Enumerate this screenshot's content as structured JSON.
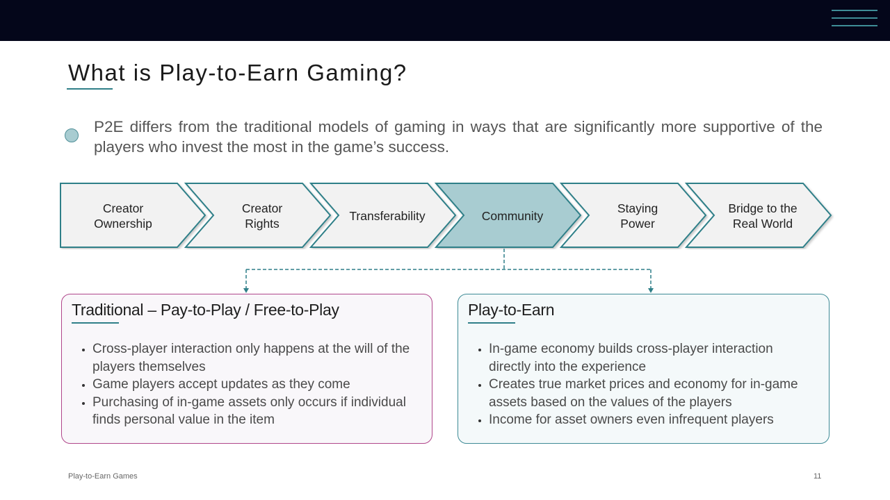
{
  "slide": {
    "title": "What is Play-to-Earn  Gaming?",
    "intro": "P2E differs from the traditional models of gaming in ways that are significantly more supportive of the players who invest the most in the game’s success."
  },
  "process": {
    "steps": [
      {
        "line1": "Creator",
        "line2": "Ownership",
        "highlighted": false
      },
      {
        "line1": "Creator",
        "line2": "Rights",
        "highlighted": false
      },
      {
        "line1": "Transferability",
        "line2": "",
        "highlighted": false
      },
      {
        "line1": "Community",
        "line2": "",
        "highlighted": true
      },
      {
        "line1": "Staying",
        "line2": "Power",
        "highlighted": false
      },
      {
        "line1": "Bridge to the",
        "line2": "Real World",
        "highlighted": false
      }
    ]
  },
  "panels": {
    "traditional": {
      "title": "Traditional – Pay-to-Play / Free-to-Play",
      "bullets": [
        "Cross-player interaction only happens at the will of the players themselves",
        "Game players accept updates as they come",
        "Purchasing of in-game assets only occurs if individual finds personal value in the item"
      ]
    },
    "p2e": {
      "title": "Play-to-Earn",
      "bullets": [
        "In-game economy builds cross-player interaction directly into the experience",
        "Creates true market prices and economy for in-game assets based on the values of the players",
        "Income for asset owners even infrequent players"
      ]
    }
  },
  "footer": {
    "left": "Play-to-Earn Games",
    "page_number": "11"
  },
  "colors": {
    "top_bar": "#04061a",
    "accent": "#2f7f88",
    "highlight_fill": "#a8ccd1",
    "chevron_fill": "#f2f2f2",
    "traditional_border": "#b0458a",
    "p2e_border": "#3d8a95"
  },
  "icons": {
    "menu": "hamburger-menu-icon",
    "bullet": "circle-bullet-icon"
  }
}
